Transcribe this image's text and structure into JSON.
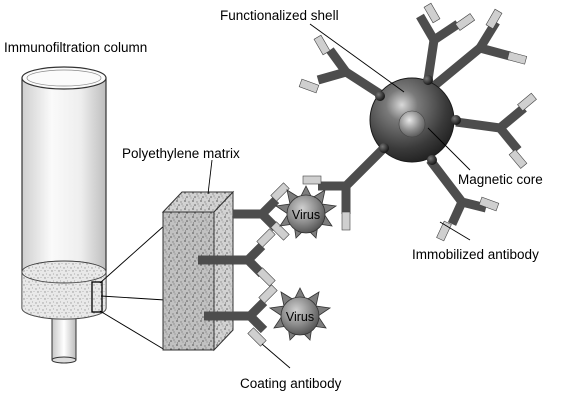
{
  "labels": {
    "column": "Immunofiltration column",
    "matrix": "Polyethylene matrix",
    "shell": "Functionalized shell",
    "core": "Magnetic core",
    "immobilized": "Immobilized antibody",
    "coating": "Coating antibody",
    "virus_top": "Virus",
    "virus_bottom": "Virus"
  },
  "colors": {
    "antibody_dark": "#4d4d4d",
    "antibody_tip": "#cfcfcf",
    "virus_body": "#8c8c8c",
    "particle_core": "#3c3c3c",
    "matrix_speckle": "#7a7a7a",
    "column_glass": "#f2f2f2"
  }
}
